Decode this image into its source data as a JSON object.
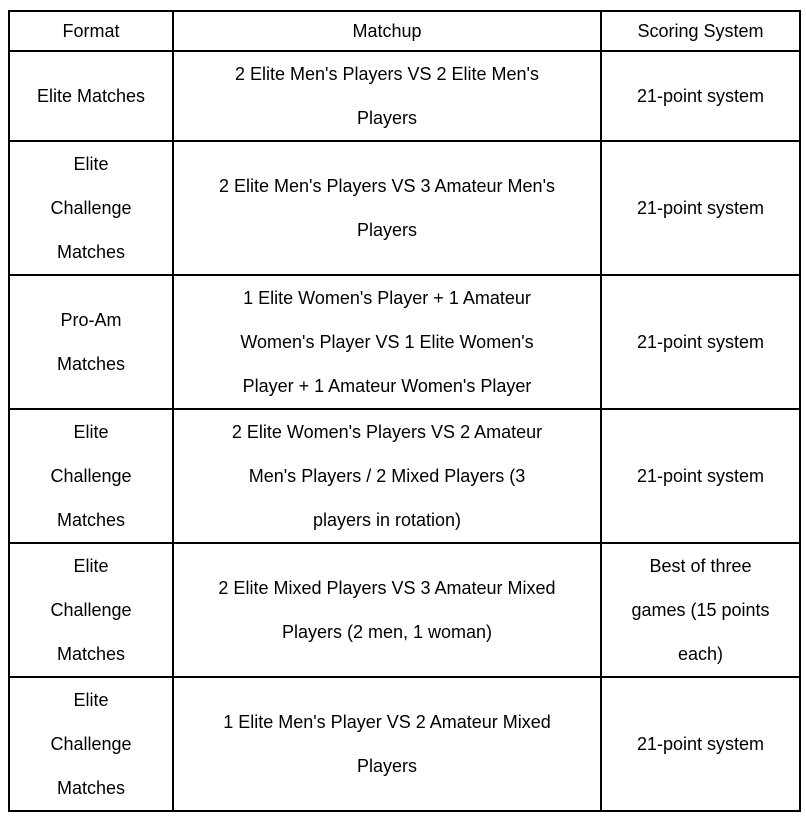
{
  "page": {
    "background_color": "#ffffff",
    "border_color": "#000000",
    "text_color": "#000000"
  },
  "table": {
    "headers": {
      "format": "Format",
      "matchup": "Matchup",
      "scoring": "Scoring System"
    },
    "rows": [
      {
        "format": "Elite Matches",
        "matchup": "2 Elite Men's Players VS 2 Elite Men's\nPlayers",
        "scoring": "21-point system"
      },
      {
        "format": "Elite\nChallenge\nMatches",
        "matchup": "2 Elite Men's Players VS 3 Amateur Men's\nPlayers",
        "scoring": "21-point system"
      },
      {
        "format": "Pro-Am\nMatches",
        "matchup": "1 Elite Women's Player + 1 Amateur\nWomen's Player VS 1 Elite Women's\nPlayer + 1 Amateur Women's Player",
        "scoring": "21-point system"
      },
      {
        "format": "Elite\nChallenge\nMatches",
        "matchup": "2 Elite Women's Players VS 2 Amateur\nMen's Players / 2 Mixed Players (3\nplayers in rotation)",
        "scoring": "21-point system"
      },
      {
        "format": "Elite\nChallenge\nMatches",
        "matchup": "2 Elite Mixed Players VS 3 Amateur Mixed\nPlayers (2 men, 1 woman)",
        "scoring": "Best of three\ngames (15 points\neach)"
      },
      {
        "format": "Elite\nChallenge\nMatches",
        "matchup": "1 Elite Men's Player VS 2 Amateur Mixed\nPlayers",
        "scoring": "21-point system"
      }
    ]
  }
}
